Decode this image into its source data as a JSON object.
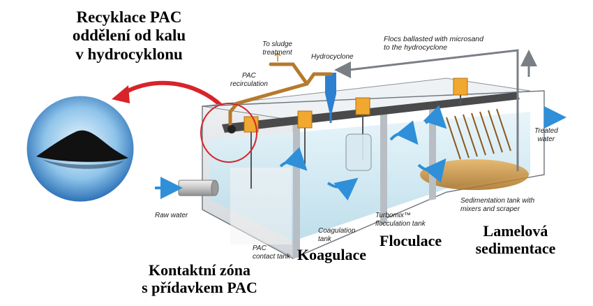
{
  "labels_cz": {
    "title_line1": "Recyklace PAC",
    "title_line2": "oddělení od kalu",
    "title_line3": "v hydrocyklonu",
    "contact_line1": "Kontaktní zóna",
    "contact_line2": "s přídavkem PAC",
    "coagulation": "Koagulace",
    "flocculation": "Floculace",
    "lamella_line1": "Lamelová",
    "lamella_line2": "sedimentace"
  },
  "labels_en": {
    "to_sludge_line1": "To sludge",
    "to_sludge_line2": "treatment",
    "hydrocyclone": "Hydrocyclone",
    "flocs_line1": "Flocs ballasted with microsand",
    "flocs_line2": "to the hydrocyclone",
    "pac_recirc_line1": "PAC",
    "pac_recirc_line2": "recirculation",
    "treated_line1": "Treated",
    "treated_line2": "water",
    "raw_water": "Raw water",
    "sed_line1": "Sedimentation tank with",
    "sed_line2": "mixers and scraper",
    "turbomix_line1": "Turbomix™",
    "turbomix_line2": "flocculation tank",
    "coag_line1": "Coagulation",
    "coag_line2": "tank",
    "pac_contact_line1": "PAC",
    "pac_contact_line2": "contact tank"
  },
  "colors": {
    "arrow_red": "#d8232a",
    "flow_blue": "#2f8fd8",
    "pipe_brown": "#b57a2c",
    "motor_orange": "#f0a830",
    "water_blue": "#cfe8f3",
    "tank_grey": "#c9ced3"
  }
}
